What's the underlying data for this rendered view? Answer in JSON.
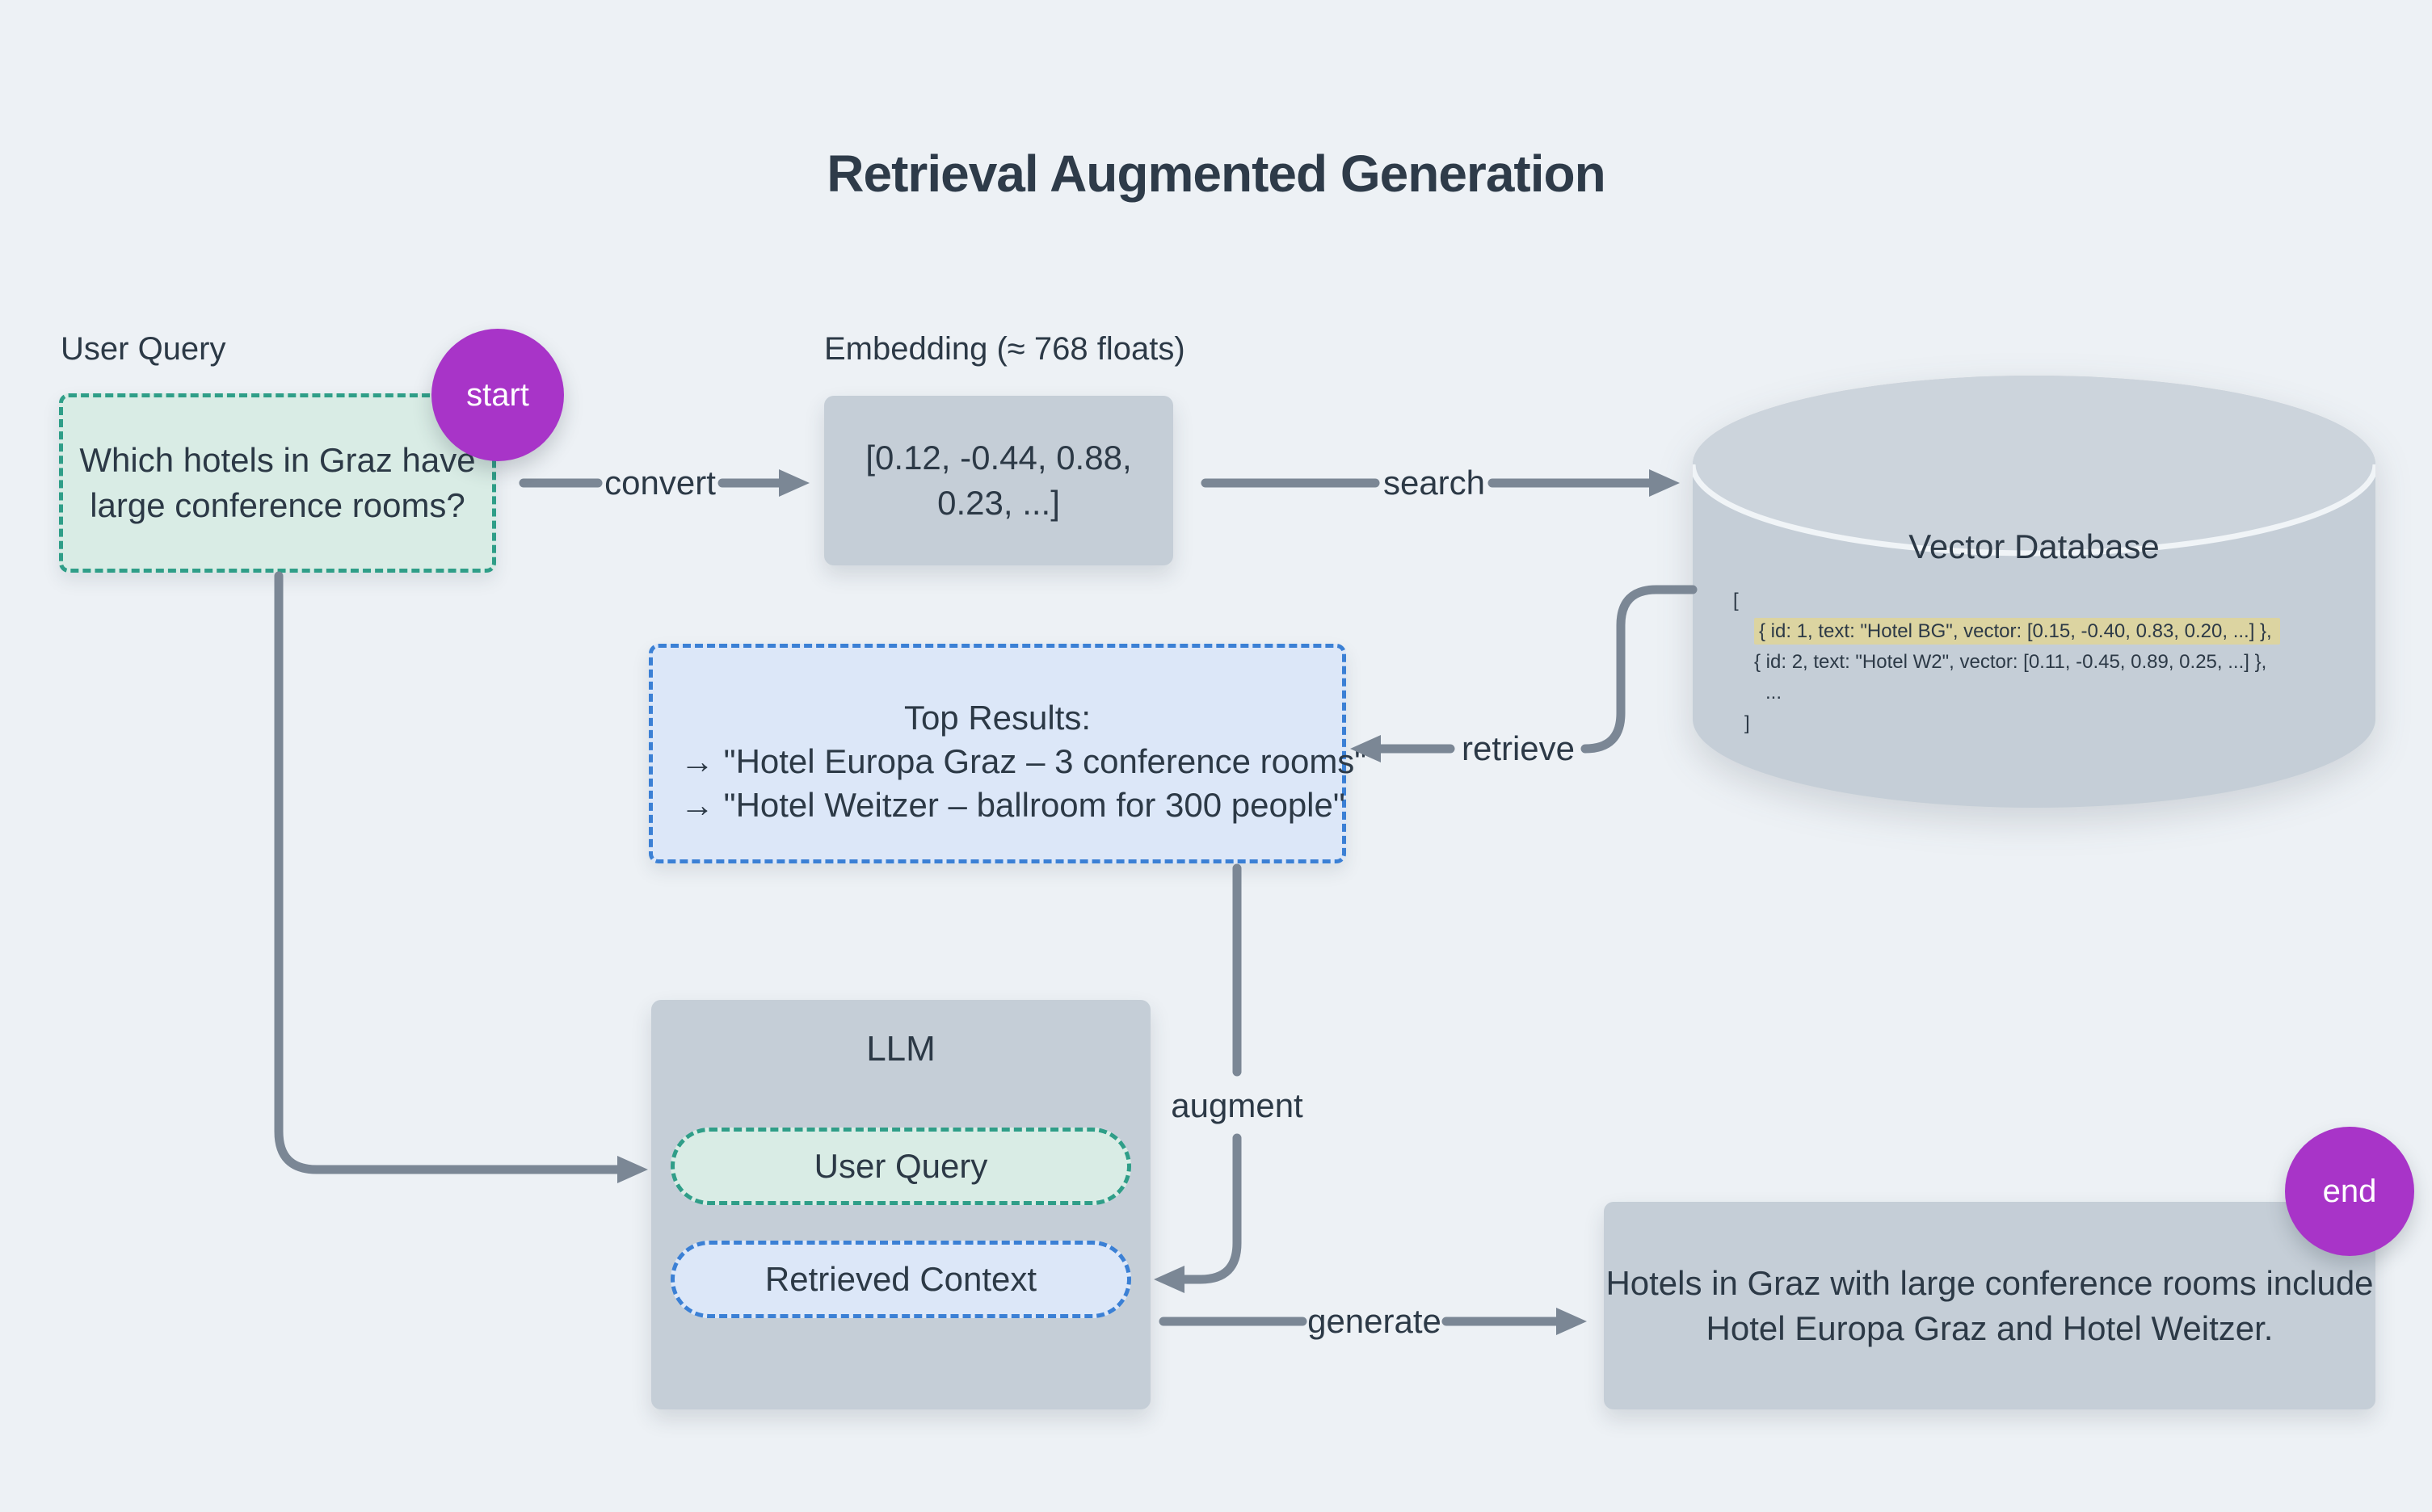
{
  "title": "Retrieval Augmented Generation",
  "badges": {
    "start": "start",
    "end": "end"
  },
  "colors": {
    "background": "#edf1f5",
    "panel_gray": "#c5ced7",
    "mint_fill": "#d9ece5",
    "teal_border": "#2f9e88",
    "blue_fill": "#dce7f8",
    "blue_border": "#3b80d5",
    "purple": "#a834c8",
    "arrow_gray": "#7b8795",
    "text_dark": "#2c3946",
    "code_highlight": "#dcd4a1"
  },
  "user_query": {
    "label": "User Query",
    "lines": [
      "Which hotels in Graz have",
      "large conference rooms?"
    ]
  },
  "embedding": {
    "label": "Embedding (≈ 768 floats)",
    "lines": [
      "[0.12, -0.44, 0.88,",
      "0.23, ...]"
    ]
  },
  "vector_db": {
    "title": "Vector Database",
    "code": [
      "[",
      "{ id: 1, text: \"Hotel BG\", vector: [0.15, -0.40, 0.83, 0.20, ...] },",
      "{ id: 2, text: \"Hotel W2\", vector: [0.11, -0.45, 0.89, 0.25, ...] },",
      "...",
      "]"
    ]
  },
  "top_results": {
    "title": "Top Results:",
    "items": [
      "→ \"Hotel Europa Graz – 3 conference rooms\"",
      "→ \"Hotel Weitzer – ballroom for 300 people\""
    ]
  },
  "llm": {
    "title": "LLM",
    "pills": {
      "user_query": "User Query",
      "retrieved_context": "Retrieved Context"
    }
  },
  "output": {
    "lines": [
      "Hotels in Graz with large conference rooms include",
      "Hotel Europa Graz and Hotel Weitzer."
    ]
  },
  "edges": {
    "convert": "convert",
    "search": "search",
    "retrieve": "retrieve",
    "augment": "augment",
    "generate": "generate"
  }
}
